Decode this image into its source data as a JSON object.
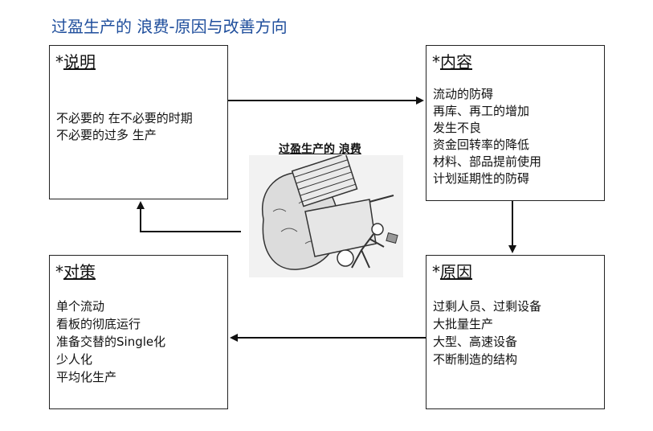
{
  "title": "过盈生产的 浪费-原因与改善方向",
  "boxes": {
    "explanation": {
      "star": "*",
      "heading": "说明",
      "lines": [
        "不必要的 在不必要的时期",
        "不必要的过多 生产"
      ]
    },
    "content": {
      "star": "*",
      "heading": "内容",
      "lines": [
        "流动的防碍",
        "再库、再工的增加",
        "发生不良",
        "资金回转率的降低",
        "材料、部品提前使用",
        "计划延期性的防碍"
      ]
    },
    "cause": {
      "star": "*",
      "heading": "原因",
      "lines": [
        "过剩人员、过剩设备",
        "大批量生产",
        "大型、高速设备",
        "不断制造的结构"
      ]
    },
    "countermeasure": {
      "star": "*",
      "heading": "对策",
      "lines": [
        "单个流动",
        "看板的彻底运行",
        "准备交替的Single化",
        "少人化",
        "平均化生产"
      ]
    }
  },
  "illustration": {
    "caption": "过盈生产的 浪费"
  },
  "colors": {
    "title": "#1f4e9c",
    "border": "#222222",
    "arrow": "#111111"
  }
}
